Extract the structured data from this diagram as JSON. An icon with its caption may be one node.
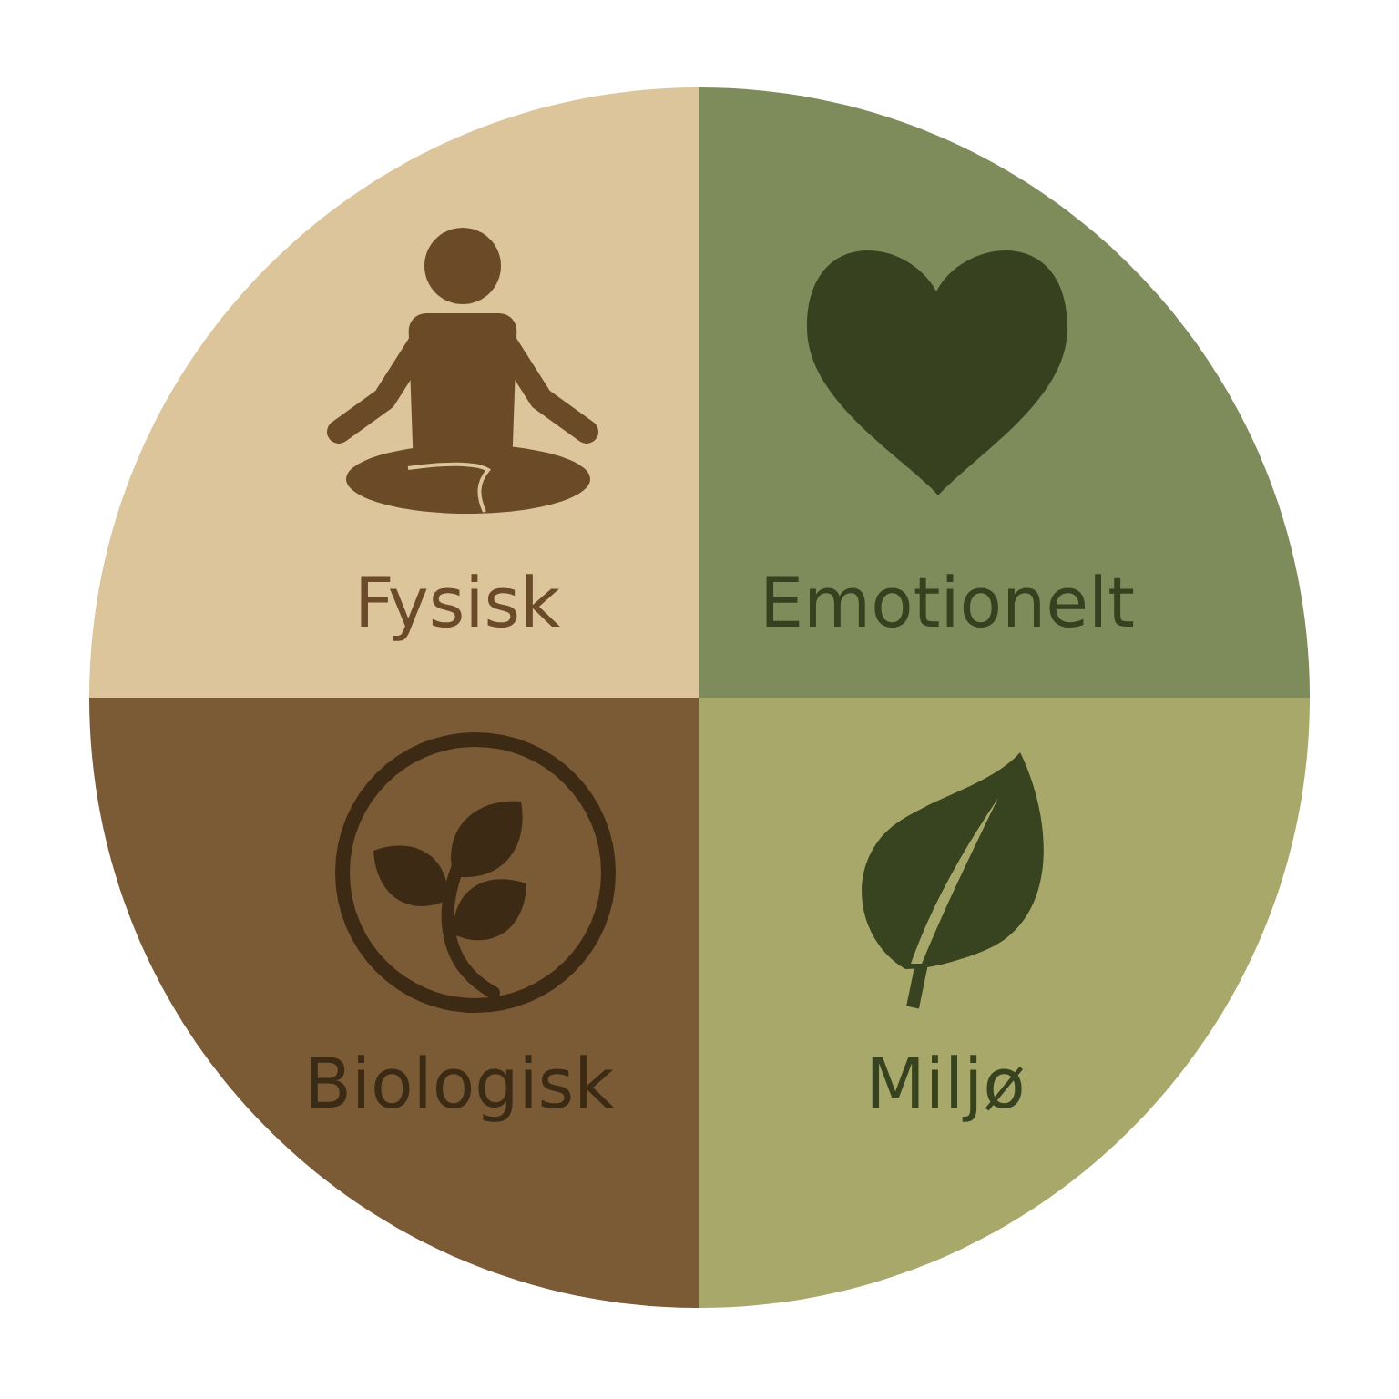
{
  "diagram": {
    "nodes": [
      {
        "text": [
          "Fysisk"
        ]
      },
      {
        "text": [
          "Emotionelt"
        ]
      },
      {
        "text": [
          "Biologisk"
        ]
      },
      {
        "text": [
          "Miljø"
        ]
      }
    ]
  }
}
